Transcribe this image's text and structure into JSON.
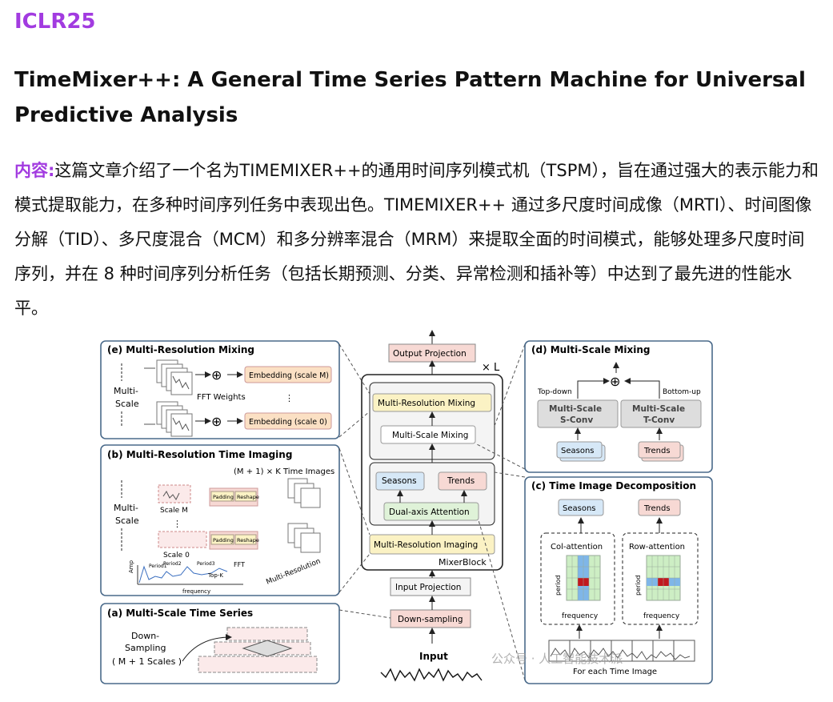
{
  "venue": "ICLR25",
  "title": "TimeMixer++: A General Time Series Pattern Machine for Universal Predictive Analysis",
  "content_label": "内容:",
  "content_text": "这篇文章介绍了一个名为TIMEMIXER++的通用时间序列模式机（TSPM），旨在通过强大的表示能力和模式提取能力，在多种时间序列任务中表现出色。TIMEMIXER++ 通过多尺度时间成像（MRTI）、时间图像分解（TID）、多尺度混合（MCM）和多分辨率混合（MRM）来提取全面的时间模式，能够处理多尺度时间序列，并在 8 种时间序列分析任务（包括长期预测、分类、异常检测和插补等）中达到了最先进的性能水平。",
  "figure": {
    "panel_e": {
      "title": "(e) Multi-Resolution Mixing",
      "multi_scale": [
        "Multi-",
        "Scale"
      ],
      "fft_weights": "FFT Weights",
      "embedding_top": "Embedding (scale M)",
      "embedding_bottom": "Embedding (scale 0)"
    },
    "panel_b": {
      "title": "(b) Multi-Resolution Time Imaging",
      "time_images": "(M + 1) × K  Time Images",
      "multi_scale": [
        "Multi-",
        "Scale"
      ],
      "scale_m": "Scale M",
      "scale_0": "Scale 0",
      "padding": "Padding",
      "reshape": "Reshape",
      "amp": "Amp",
      "frequency": "frequency",
      "period1": "Period1",
      "period2": "Period2",
      "period3": "Period3",
      "topk": "Top-K",
      "fft": "FFT",
      "multi_resolution": "Multi-Resolution"
    },
    "panel_a": {
      "title": "(a) Multi-Scale Time Series",
      "down_sampling": [
        "Down-",
        "Sampling"
      ],
      "scales": "( M + 1 Scales )"
    },
    "center": {
      "output_projection": "Output Projection",
      "times_l": "× L",
      "mrm": "Multi-Resolution Mixing",
      "msm": "Multi-Scale Mixing",
      "seasons": "Seasons",
      "trends": "Trends",
      "dual_axis": "Dual-axis Attention",
      "mri": "Multi-Resolution Imaging",
      "mixer_block": "MixerBlock",
      "input_projection": "Input Projection",
      "down_sampling": "Down-sampling",
      "input": "Input"
    },
    "panel_d": {
      "title": "(d) Multi-Scale Mixing",
      "top_down": "Top-down",
      "bottom_up": "Bottom-up",
      "s_conv": [
        "Multi-Scale",
        "S-Conv"
      ],
      "t_conv": [
        "Multi-Scale",
        "T-Conv"
      ],
      "seasons": "Seasons",
      "trends": "Trends"
    },
    "panel_c": {
      "title": "(c) Time Image Decomposition",
      "seasons": "Seasons",
      "trends": "Trends",
      "col_attention": "Col-attention",
      "row_attention": "Row-attention",
      "period": "period",
      "frequency": "frequency",
      "for_each": "For each Time Image"
    },
    "watermark": "公众号 · 人工智能技术派"
  },
  "colors": {
    "accent": "#a23be0",
    "panel_border": "#4a6a8a",
    "pink_box": "#f7d9d4",
    "yellow_box": "#fbf2c4",
    "blue_box": "#d6e8f7",
    "green_box": "#dff2d8",
    "orange_box": "#fbe0c4",
    "red_cell": "#c0181e",
    "blue_cell": "#7fb6e8",
    "green_cell": "#cdeec4"
  }
}
